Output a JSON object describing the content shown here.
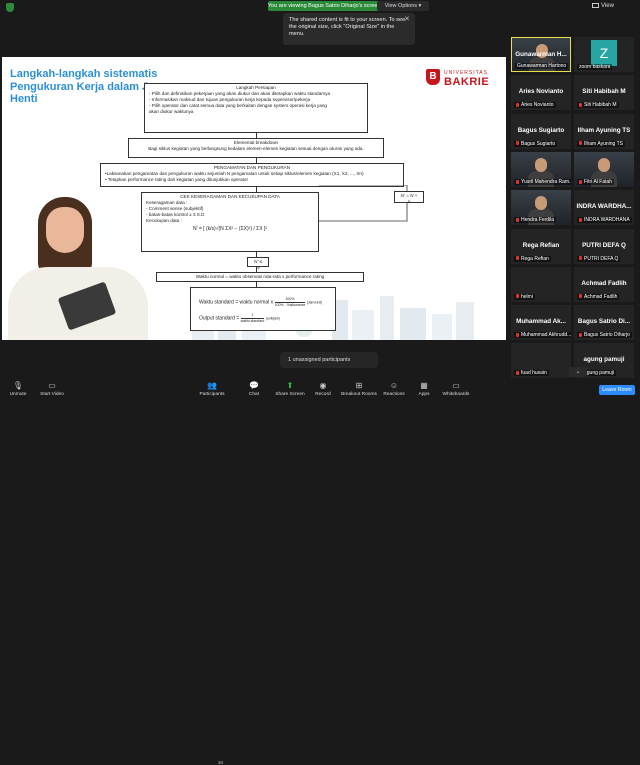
{
  "topbar": {
    "viewing_banner": "You are viewing Bagus Satrio Diharjo's screen",
    "view_options": "View Options ▾",
    "view_label": "View"
  },
  "tooltip": {
    "text": "The shared content is fit to your screen. To see the original size, click \"Original Size\" in the menu.",
    "close": "✕"
  },
  "slide": {
    "title": "Langkah-langkah sistematis Pengukuran Kerja dalam Jam Henti",
    "logo_small": "UNIVERSITAS",
    "logo_big": "BAKRIE",
    "logo_mark": "B",
    "box1": {
      "heading": "Langkah Persiapan",
      "lines": [
        "-     Pilih dan definisikan pekerjaan yang akan diukur dan akan ditetapkan waktu standarnya",
        "-     Informasikan maksud dan tujuan pengukuran kerja kepada supervisor/pekerja",
        "-     Pilih operator dan catat semua data yang berkaitan dengan system operasi kerja yang",
        "       akan diukur waktunya"
      ]
    },
    "box2": {
      "heading": "Elemental breakdown",
      "line": "Bagi siklus kegiatan yang berlangsung kedalam elemen-elemen kegiatan sesuai dengan aturan yang ada."
    },
    "box3": {
      "heading": "PENGAMATAN DAN PENGUKURAN",
      "lines": [
        "•Laksanakan pengamatan dan pengukuran waktu sejumlah N pengamatan untuk setiap siklus/elemen kegiatan (X1, X2, ..., Xn)",
        "• Tetapkan performance rating dari kegiatan yang ditunjukkan operator"
      ]
    },
    "box4": {
      "heading": "CEK KESERAGAMAN DAN KECUKUPAN DATA",
      "lines": [
        "Keseragaman data :",
        "  - Comment sense (subjektif)",
        "  - batas-batas kontrol ± 3 S.D",
        "Kecukupan data :"
      ],
      "formula": "N' = [ (k/s)√(N ΣX² − (ΣX)²) / ΣX ]²"
    },
    "side_box": "N' = N + n",
    "decision": "N' ≤ N",
    "box5": "Waktu normal = waktu observasi rata-rata x performance rating",
    "box6": {
      "line1": "Waktu standard = waktu normal x",
      "frac1_top": "100%",
      "frac1_bot": "100% - %allowance",
      "unit1": "(Jam/unit)",
      "line2": "Output standard =",
      "frac2_top": "1",
      "frac2_bot": "waktu standard",
      "unit2": "(unit/jam)"
    }
  },
  "toast": "1 unassigned participants",
  "participants": [
    {
      "name": "Gunawarman  H...",
      "label": "Gunawarman Hartono",
      "kind": "video",
      "active": true
    },
    {
      "name": "",
      "label": "zoom baskara",
      "kind": "avatar",
      "avatar": "Z"
    },
    {
      "name": "Aries Novianto",
      "label": "Aries Novianto",
      "kind": "name",
      "muted": true
    },
    {
      "name": "Siti Habibah M",
      "label": "Siti Habibah M",
      "kind": "name",
      "muted": true
    },
    {
      "name": "Bagus Sugiarto",
      "label": "Bagus Sugiarto",
      "kind": "name",
      "muted": true
    },
    {
      "name": "Ilham Ayuning TS",
      "label": "Ilham Ayuning TS",
      "kind": "name",
      "muted": true
    },
    {
      "name": "",
      "label": "Yusril Mahendra Ram...",
      "kind": "video",
      "muted": true
    },
    {
      "name": "",
      "label": "Fitri Al Fatah",
      "kind": "video",
      "muted": true
    },
    {
      "name": "",
      "label": "Hendra Ferdila",
      "kind": "video",
      "muted": true
    },
    {
      "name": "INDRA  WARDHA...",
      "label": "INDRA WARDHANA",
      "kind": "name",
      "muted": true
    },
    {
      "name": "Rega Refian",
      "label": "Rega Refian",
      "kind": "name",
      "muted": true
    },
    {
      "name": "PUTRI DEFA Q",
      "label": "PUTRI DEFA Q",
      "kind": "name",
      "muted": true
    },
    {
      "name": "",
      "label": "helmi",
      "kind": "dark",
      "muted": true
    },
    {
      "name": "Achmad Fadlih",
      "label": "Achmad Fadlih",
      "kind": "name",
      "muted": true
    },
    {
      "name": "Muhammad  Ak...",
      "label": "Muhammad Akhrudd...",
      "kind": "name",
      "muted": true
    },
    {
      "name": "Bagus Satrio Di...",
      "label": "Bagus Satrio Diharjo",
      "kind": "name",
      "muted": true
    },
    {
      "name": "",
      "label": "fuad husain",
      "kind": "dark",
      "muted": true
    },
    {
      "name": "agung pamuji",
      "label": "agung pamuji",
      "kind": "name",
      "muted": true
    }
  ],
  "scroll_chevron": "⌄",
  "toolbar": {
    "unmute": "Unmute",
    "start_video": "Start Video",
    "participants": "Participants",
    "participants_count": "34",
    "chat": "Chat",
    "share_screen": "Share Screen",
    "record": "Record",
    "breakout": "Breakout Rooms",
    "reactions": "Reactions",
    "apps": "Apps",
    "whiteboards": "Whiteboards",
    "leave": "Leave Room"
  },
  "colors": {
    "title_blue": "#2a8fd6",
    "brand_red": "#c4161c",
    "banner_green": "#2a8a3a",
    "leave_blue": "#2d8cff",
    "active_border": "#e5e04b"
  }
}
